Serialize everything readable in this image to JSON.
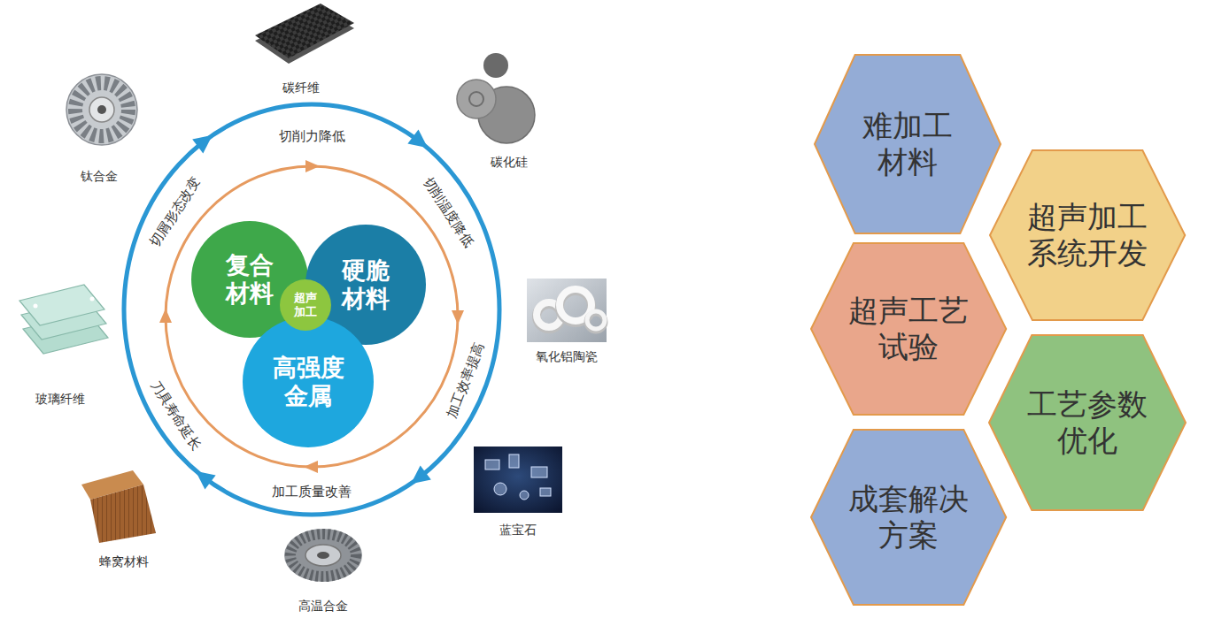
{
  "diagram": {
    "nodes": [
      {
        "text": [
          "复合 材料"
        ]
      },
      {
        "text": [
          "硬脆 材料"
        ]
      },
      {
        "text": [
          "超声 加工"
        ]
      },
      {
        "text": [
          "高强度 金属"
        ]
      },
      {
        "text": [
          "难加工 材料"
        ]
      },
      {
        "text": [
          "超声加工 系统开发"
        ]
      },
      {
        "text": [
          "超声工艺 试验"
        ]
      },
      {
        "text": [
          "工艺参数 优化"
        ]
      },
      {
        "text": [
          "成套解决 方案"
        ]
      }
    ],
    "labels": [
      "碳纤维",
      "碳化硅",
      "切削力降低",
      "钛合金",
      "切屑形态改变",
      "切削温度降低",
      "氧化铝陶瓷",
      "加工效率提高",
      "玻璃纤维",
      "刀具寿命延长",
      "加工质量改善",
      "蓝宝石",
      "蜂窝材料",
      "高温合金"
    ]
  }
}
